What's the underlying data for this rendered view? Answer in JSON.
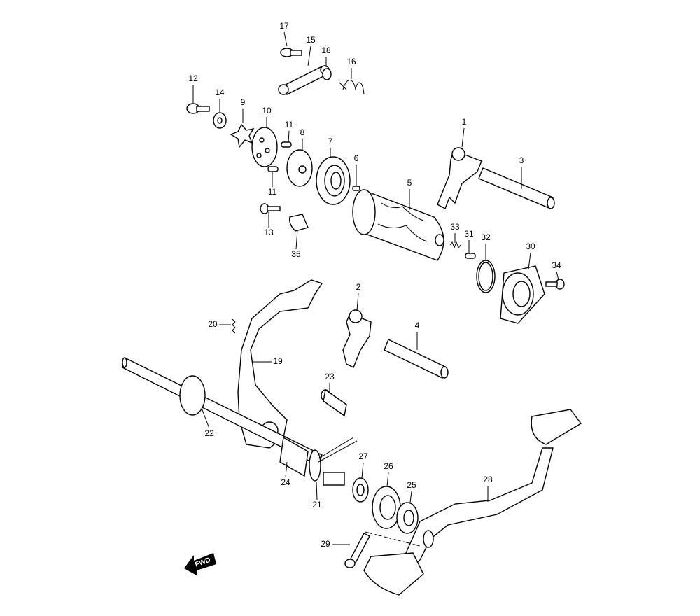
{
  "diagram": {
    "type": "exploded-parts-diagram",
    "part_labels": [
      "17",
      "15",
      "18",
      "16",
      "12",
      "14",
      "9",
      "10",
      "11",
      "8",
      "7",
      "6",
      "1",
      "3",
      "5",
      "11",
      "13",
      "35",
      "33",
      "31",
      "32",
      "30",
      "34",
      "2",
      "4",
      "20",
      "19",
      "23",
      "22",
      "24",
      "21",
      "27",
      "26",
      "25",
      "28",
      "29"
    ],
    "direction_marker": "FWD"
  }
}
